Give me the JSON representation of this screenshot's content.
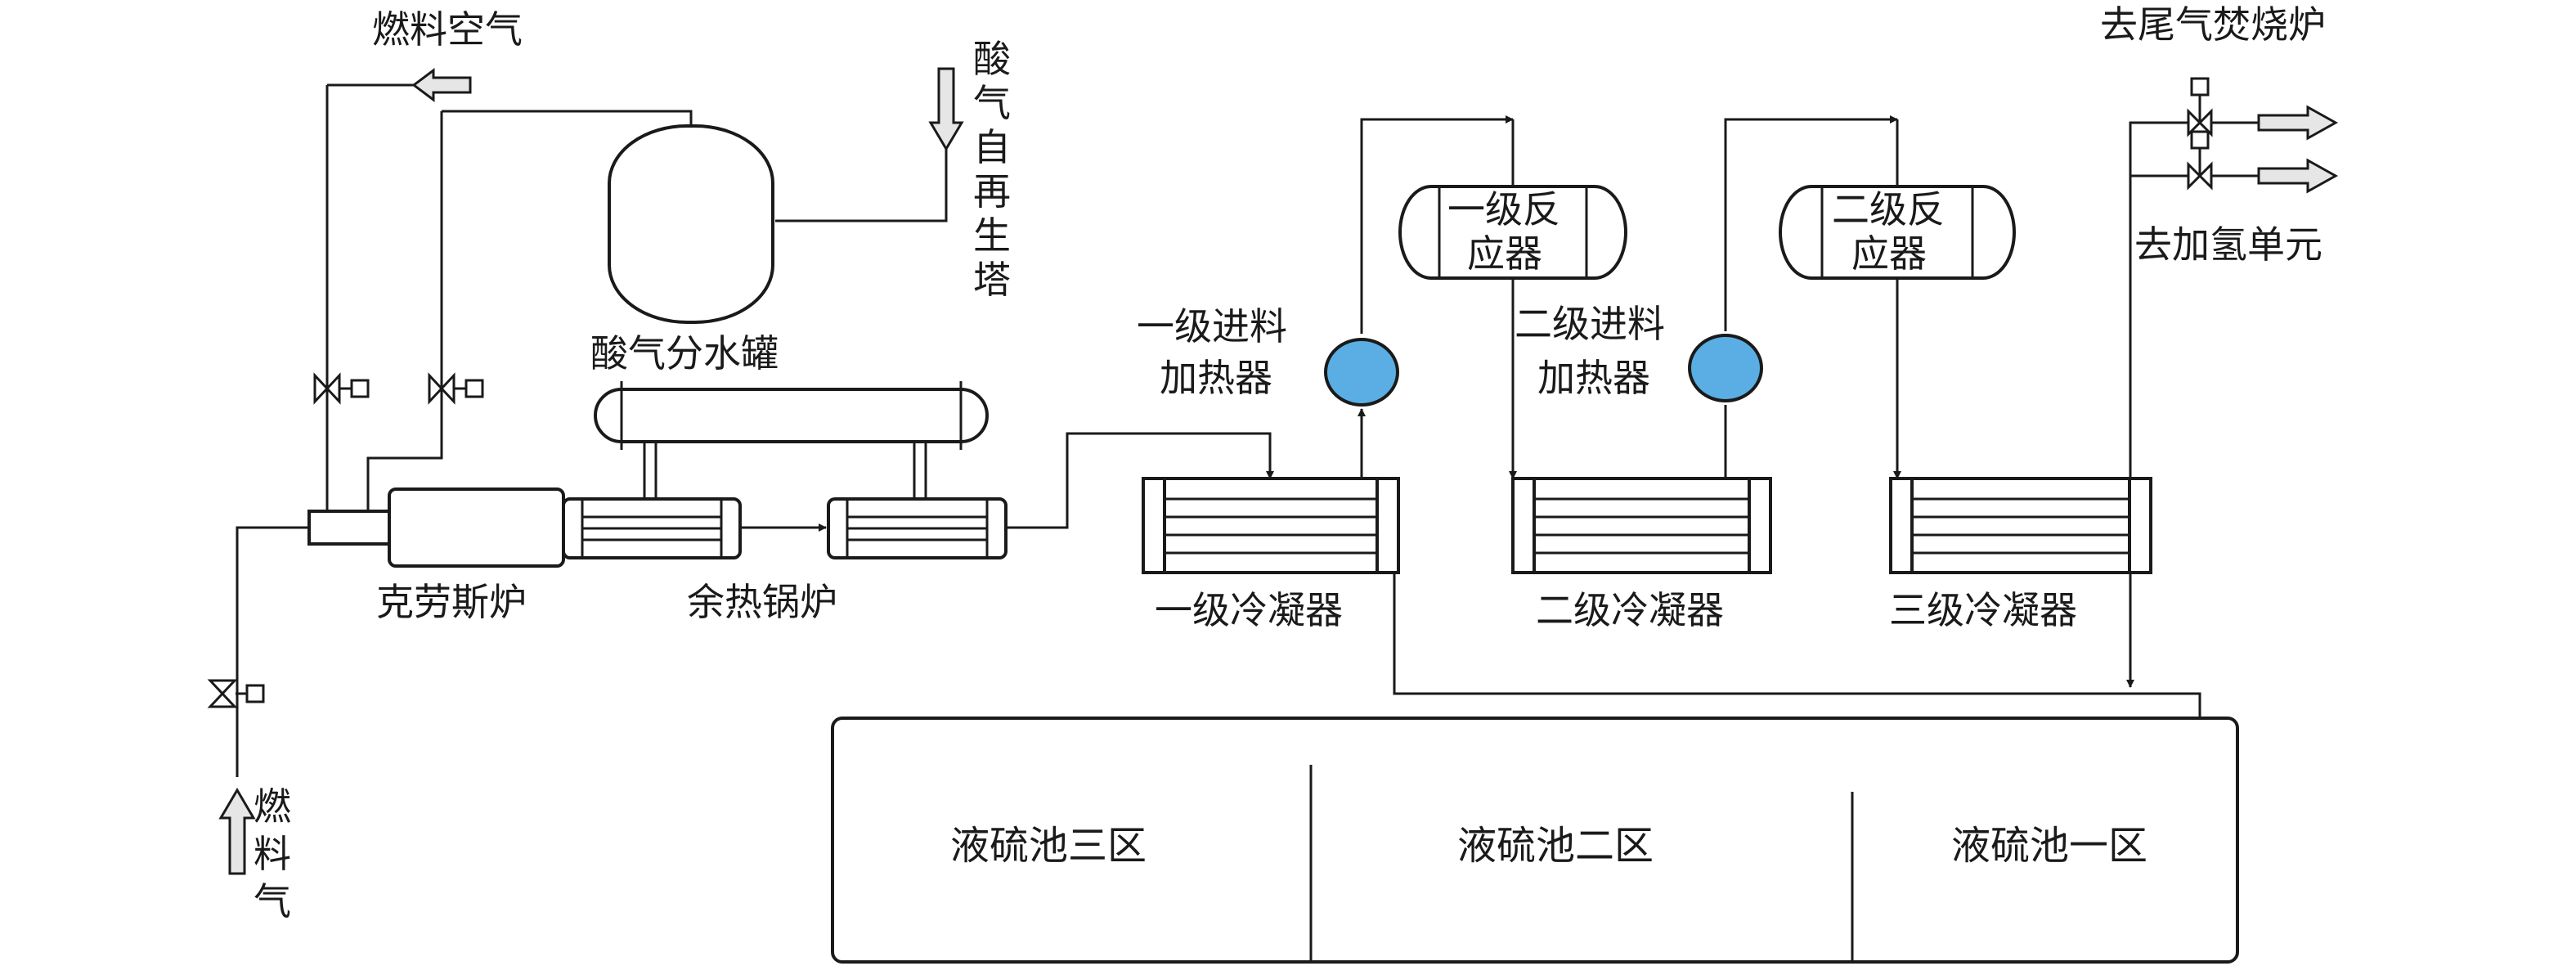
{
  "labels": {
    "fuel_air": "燃料空气",
    "acid_gas_regen_tower": "酸气自再生塔",
    "acid_gas_separator": "酸气分水罐",
    "claus_furnace": "克劳斯炉",
    "waste_heat_boiler": "余热锅炉",
    "fuel_gas": "燃料气",
    "heater_1": [
      "一级进料",
      "加热器"
    ],
    "heater_2": [
      "二级进料",
      "加热器"
    ],
    "reactor_1": [
      "一级反",
      "应器"
    ],
    "reactor_2": [
      "二级反",
      "应器"
    ],
    "condenser_1": "一级冷凝器",
    "condenser_2": "二级冷凝器",
    "condenser_3": "三级冷凝器",
    "to_tail_gas_incinerator": "去尾气焚烧炉",
    "to_hydrogenation_unit": "去加氢单元"
  },
  "sulfur_pool": {
    "zones": [
      "液硫池三区",
      "液硫池二区",
      "液硫池一区"
    ]
  },
  "colors": {
    "heater_fill": "#5aaee3",
    "line": "#1a1a1a",
    "arrow_hollow_fill": "#e6e6e6"
  },
  "icons": [
    "valve-icon",
    "hollow-arrow-icon"
  ]
}
